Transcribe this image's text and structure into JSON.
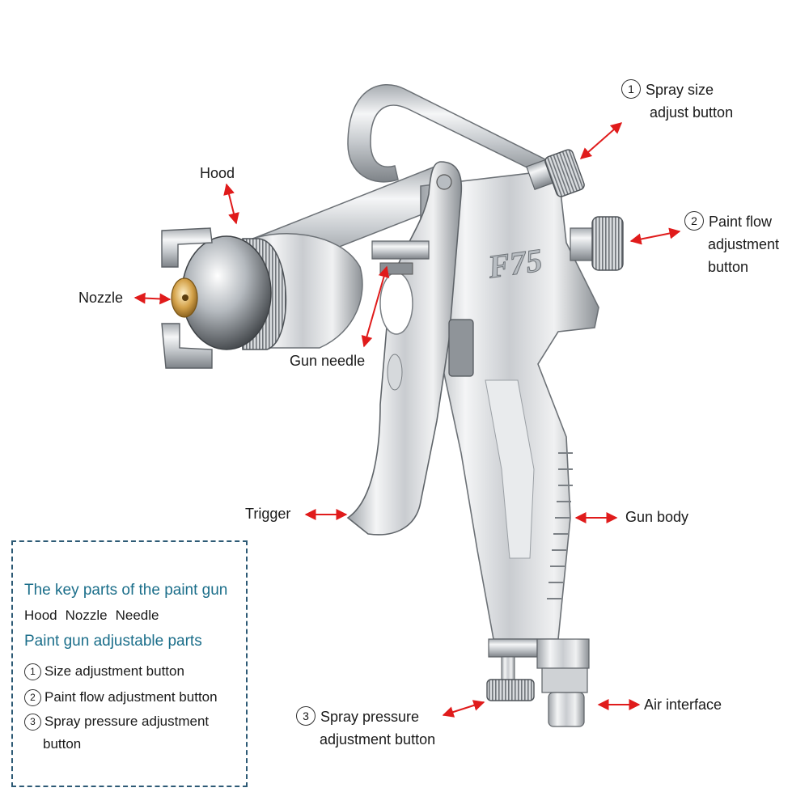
{
  "product": {
    "model": "F75"
  },
  "labels": {
    "hood": "Hood",
    "nozzle": "Nozzle",
    "gun_needle": "Gun needle",
    "trigger": "Trigger",
    "gun_body": "Gun body",
    "air_interface": "Air interface",
    "spray_size": {
      "num": "1",
      "line1": "Spray size",
      "line2": "adjust button"
    },
    "paint_flow": {
      "num": "2",
      "line1": "Paint flow",
      "line2": "adjustment",
      "line3": "button"
    },
    "spray_pressure": {
      "num": "3",
      "line1": "Spray pressure",
      "line2": "adjustment button"
    }
  },
  "info_box": {
    "key_parts_heading": "The key parts of the paint gun",
    "key_parts": [
      "Hood",
      "Nozzle",
      "Needle"
    ],
    "adjustable_heading": "Paint gun adjustable parts",
    "adjustable_items": [
      {
        "num": "1",
        "text": "Size adjustment button"
      },
      {
        "num": "2",
        "text": "Paint flow adjustment button"
      },
      {
        "num": "3",
        "text": "Spray pressure adjustment",
        "text2": "button"
      }
    ]
  },
  "colors": {
    "arrow": "#e01b1b",
    "heading": "#1b6e8a",
    "box_border": "#2d5a75",
    "nozzle_brass": "#d4a24a"
  }
}
